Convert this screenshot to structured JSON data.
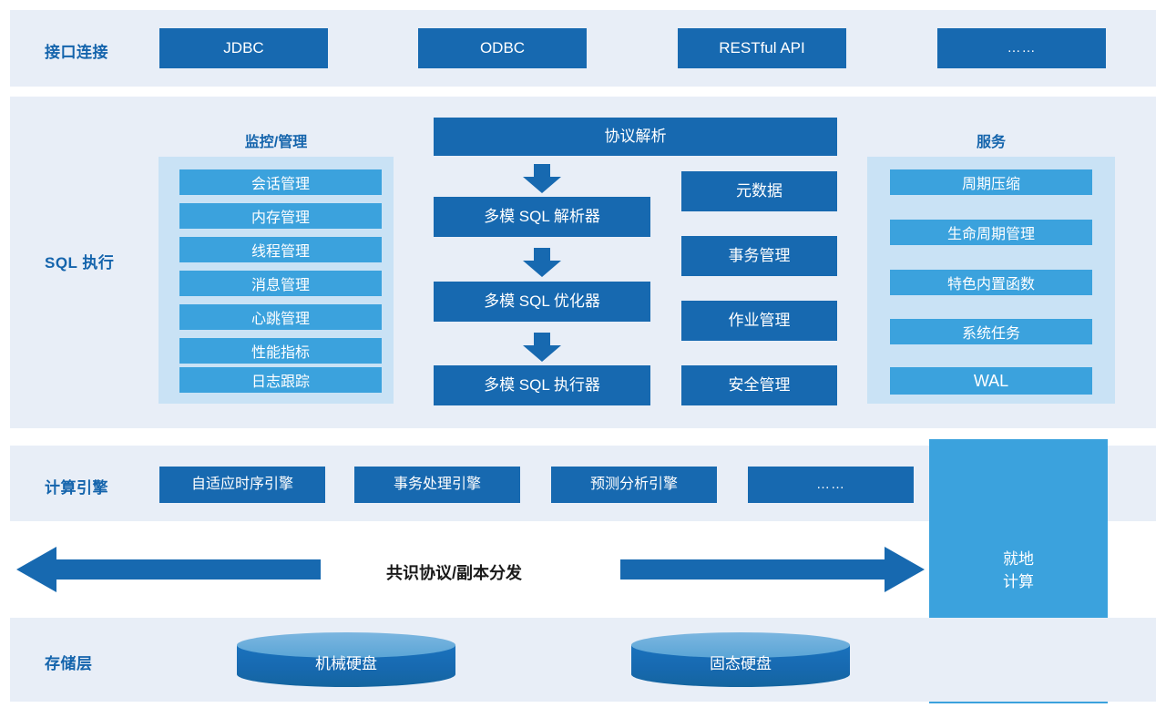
{
  "theme": {
    "band_bg": "#e8eef7",
    "dark_blue": "#1769b0",
    "mid_blue": "#3ba2dd",
    "light_panel": "#c9e2f5",
    "label_blue": "#1464ac",
    "page_bg": "#ffffff"
  },
  "interface_layer": {
    "label": "接口连接",
    "items": [
      {
        "label": "JDBC"
      },
      {
        "label": "ODBC"
      },
      {
        "label": "RESTful API"
      },
      {
        "label": "……"
      }
    ]
  },
  "sql_layer": {
    "label": "SQL 执行",
    "monitor_group": {
      "title": "监控/管理",
      "items": [
        {
          "label": "会话管理"
        },
        {
          "label": "内存管理"
        },
        {
          "label": "线程管理"
        },
        {
          "label": "消息管理"
        },
        {
          "label": "心跳管理"
        },
        {
          "label": "性能指标"
        },
        {
          "label": "日志跟踪"
        }
      ]
    },
    "pipeline": {
      "header": "协议解析",
      "stages": [
        {
          "label": "多模 SQL 解析器"
        },
        {
          "label": "多模 SQL 优化器"
        },
        {
          "label": "多模 SQL 执行器"
        }
      ]
    },
    "management_column": [
      {
        "label": "元数据"
      },
      {
        "label": "事务管理"
      },
      {
        "label": "作业管理"
      },
      {
        "label": "安全管理"
      }
    ],
    "service_group": {
      "title": "服务",
      "items": [
        {
          "label": "周期压缩"
        },
        {
          "label": "生命周期管理"
        },
        {
          "label": "特色内置函数"
        },
        {
          "label": "系统任务"
        },
        {
          "label": "WAL"
        }
      ]
    }
  },
  "compute_layer": {
    "label": "计算引擎",
    "items": [
      {
        "label": "自适应时序引擎"
      },
      {
        "label": "事务处理引擎"
      },
      {
        "label": "预测分析引擎"
      },
      {
        "label": "……"
      }
    ]
  },
  "consensus_layer": {
    "label": "共识协议/副本分发",
    "left_arrow": "arrow-left",
    "right_arrow": "arrow-right"
  },
  "local_compute": {
    "label": "就地\n计算"
  },
  "storage_layer": {
    "label": "存储层",
    "disks": [
      {
        "label": "机械硬盘"
      },
      {
        "label": "固态硬盘"
      }
    ]
  }
}
